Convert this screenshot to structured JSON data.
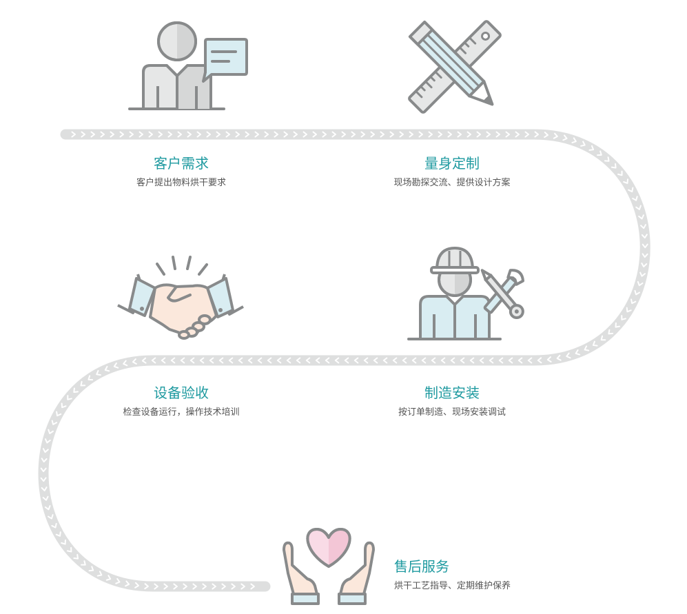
{
  "steps": [
    {
      "title": "客户需求",
      "desc": "客户提出物料烘干要求",
      "icon": "customer-speech-icon"
    },
    {
      "title": "量身定制",
      "desc": "现场勘探交流、提供设计方案",
      "icon": "ruler-pencil-icon"
    },
    {
      "title": "制造安装",
      "desc": "按订单制造、现场安装调试",
      "icon": "engineer-wrench-icon"
    },
    {
      "title": "设备验收",
      "desc": "检查设备运行，操作技术培训",
      "icon": "handshake-icon"
    },
    {
      "title": "售后服务",
      "desc": "烘干工艺指导、定期维护保养",
      "icon": "hands-heart-icon"
    }
  ],
  "colors": {
    "title": "#1f9aa0",
    "desc": "#555555",
    "path": "#dedfdf",
    "arrow": "#ffffff",
    "icon_stroke": "#888a8b",
    "icon_fill_blue": "#d9edf2",
    "icon_fill_grey": "#e6e7e7",
    "skin": "#fbe8dc",
    "heart_pink": "#f3c6d6"
  }
}
